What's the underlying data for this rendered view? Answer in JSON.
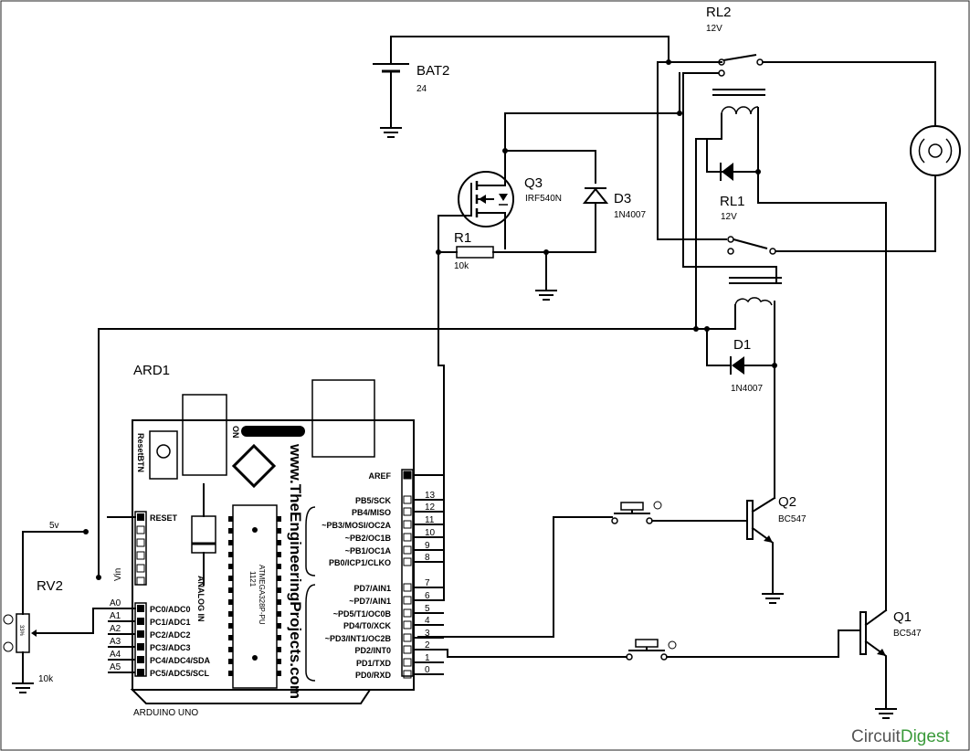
{
  "labels": {
    "rl2_name": "RL2",
    "rl2_value": "12V",
    "bat2_name": "BAT2",
    "bat2_value": "24",
    "q3_name": "Q3",
    "q3_value": "IRF540N",
    "d3_name": "D3",
    "d3_value": "1N4007",
    "r1_name": "R1",
    "r1_value": "10k",
    "rl1_name": "RL1",
    "rl1_value": "12V",
    "d1_name": "D1",
    "d1_value": "1N4007",
    "ard1_name": "ARD1",
    "q2_name": "Q2",
    "q2_value": "BC547",
    "q1_name": "Q1",
    "q1_value": "BC547",
    "rv2_name": "RV2",
    "rv2_value": "10k",
    "rv2_pct": "33%",
    "supply_label": "5v",
    "board_caption": "ARDUINO UNO",
    "brand_circuit": "Circuit",
    "brand_digest": "Digest",
    "reset_btn": "ResetBTN",
    "on_label": "ON",
    "website": "www.TheEngineeringProjects.com",
    "chip_top": "1121",
    "chip_name": "ATMEGA328P-PU",
    "analog_in": "ANALOG IN",
    "reset_pin": "RESET",
    "vin_pin": "Vin"
  },
  "analog_pins": [
    {
      "ext": "A0",
      "name": "PC0/ADC0"
    },
    {
      "ext": "A1",
      "name": "PC1/ADC1"
    },
    {
      "ext": "A2",
      "name": "PC2/ADC2"
    },
    {
      "ext": "A3",
      "name": "PC3/ADC3"
    },
    {
      "ext": "A4",
      "name": "PC4/ADC4/SDA"
    },
    {
      "ext": "A5",
      "name": "PC5/ADC5/SCL"
    }
  ],
  "digital_pins": [
    {
      "name": "AREF",
      "num": ""
    },
    {
      "name": "PB5/SCK",
      "num": "13"
    },
    {
      "name": "PB4/MISO",
      "num": "12"
    },
    {
      "name": "~PB3/MOSI/OC2A",
      "num": "11"
    },
    {
      "name": "~PB2/OC1B",
      "num": "10"
    },
    {
      "name": "~PB1/OC1A",
      "num": "9"
    },
    {
      "name": "PB0/ICP1/CLKO",
      "num": "8"
    },
    {
      "name": "PD7/AIN1",
      "num": "7"
    },
    {
      "name": "~PD7/AIN1",
      "num": "6"
    },
    {
      "name": "~PD5/T1/OC0B",
      "num": "5"
    },
    {
      "name": "PD4/T0/XCK",
      "num": "4"
    },
    {
      "name": "~PD3/INT1/OC2B",
      "num": "3"
    },
    {
      "name": "PD2/INT0",
      "num": "2"
    },
    {
      "name": "PD1/TXD",
      "num": "1"
    },
    {
      "name": "PD0/RXD",
      "num": "0"
    }
  ]
}
